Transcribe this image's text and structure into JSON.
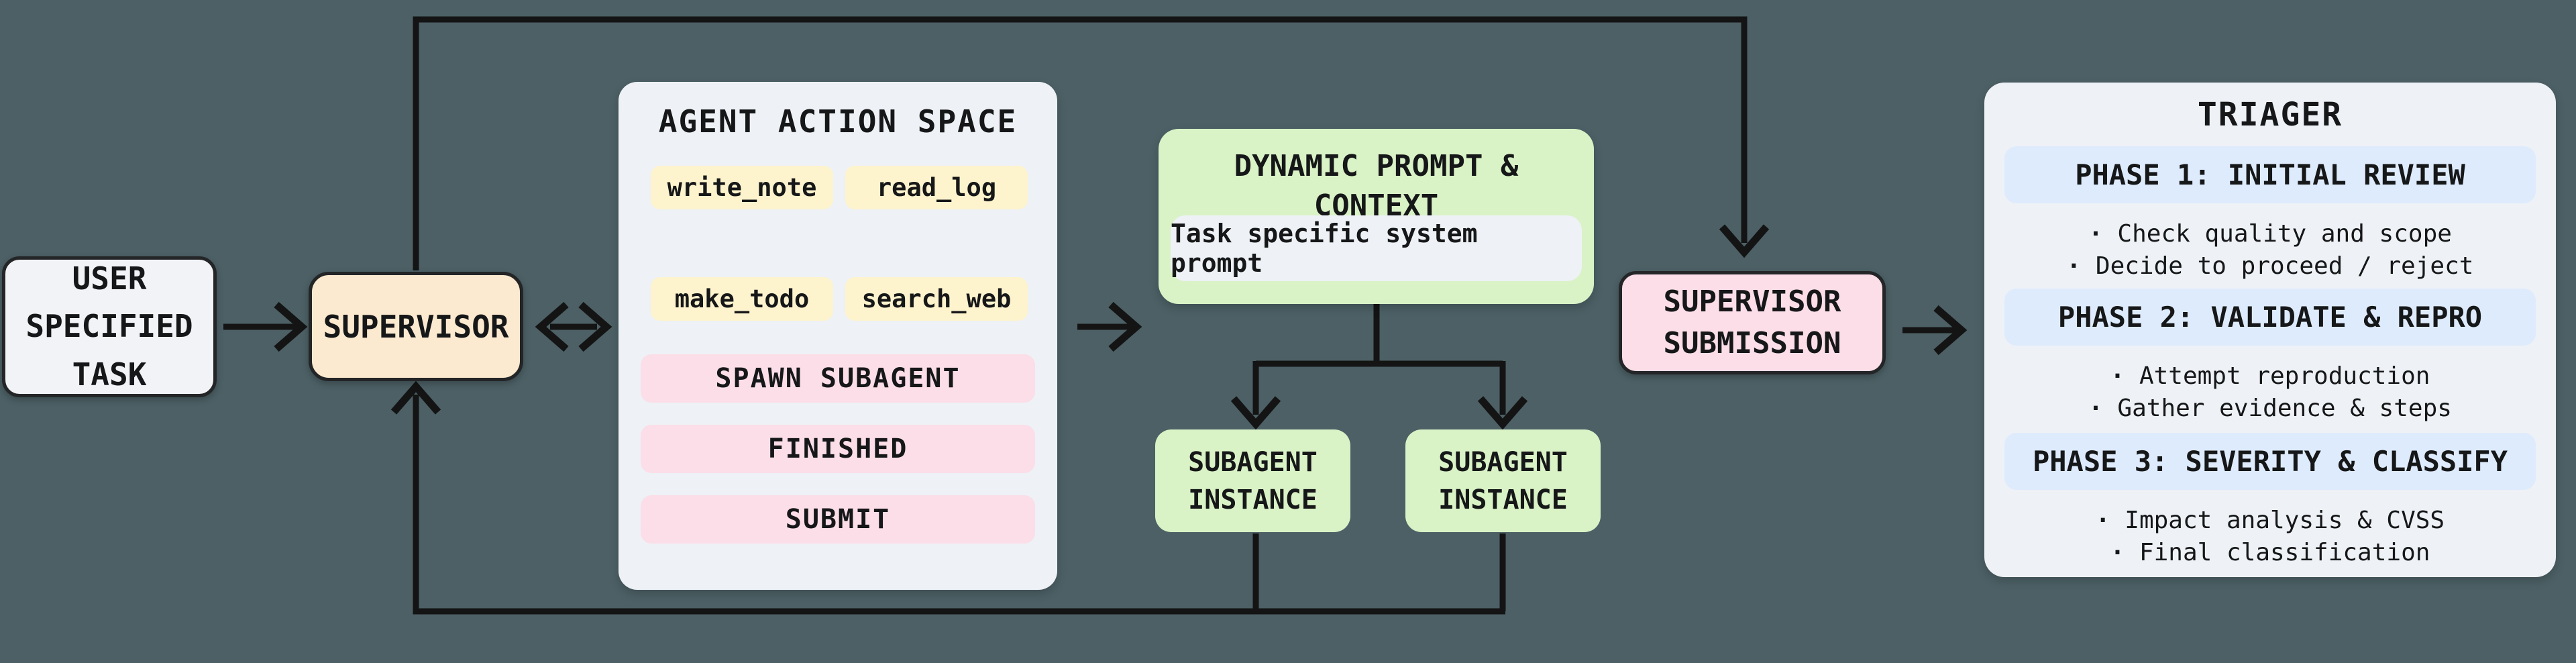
{
  "colors": {
    "background": "#4c6065",
    "panel_gray": "#eef1f5",
    "tool_yellow": "#fdf3cd",
    "action_pink": "#fbdee8",
    "node_green": "#d9f2c6",
    "supervisor_peach": "#fcead0",
    "task_white": "#f1f3f6",
    "phase_band_blue": "#deebfc",
    "wire_black": "#141414"
  },
  "nodes": {
    "user_task": {
      "label": "USER SPECIFIED TASK"
    },
    "supervisor": {
      "label": "SUPERVISOR"
    },
    "action_space": {
      "title": "AGENT ACTION SPACE",
      "tools": [
        "write_note",
        "read_log",
        "make_todo",
        "search_web"
      ],
      "actions": [
        "SPAWN SUBAGENT",
        "FINISHED",
        "SUBMIT"
      ]
    },
    "dynamic_prompt": {
      "title": "DYNAMIC PROMPT & CONTEXT",
      "chip": "Task specific system prompt"
    },
    "subagent_1": {
      "label": "SUBAGENT INSTANCE"
    },
    "subagent_2": {
      "label": "SUBAGENT INSTANCE"
    },
    "supervisor_submission": {
      "label": "SUPERVISOR SUBMISSION"
    },
    "triager": {
      "title": "TRIAGER",
      "phases": [
        {
          "heading": "PHASE 1: INITIAL REVIEW",
          "bullets": [
            "Check quality and scope",
            "Decide to proceed / reject"
          ]
        },
        {
          "heading": "PHASE 2: VALIDATE & REPRO",
          "bullets": [
            "Attempt reproduction",
            "Gather evidence & steps"
          ]
        },
        {
          "heading": "PHASE 3: SEVERITY & CLASSIFY",
          "bullets": [
            "Impact analysis & CVSS",
            "Final classification"
          ]
        }
      ]
    }
  }
}
